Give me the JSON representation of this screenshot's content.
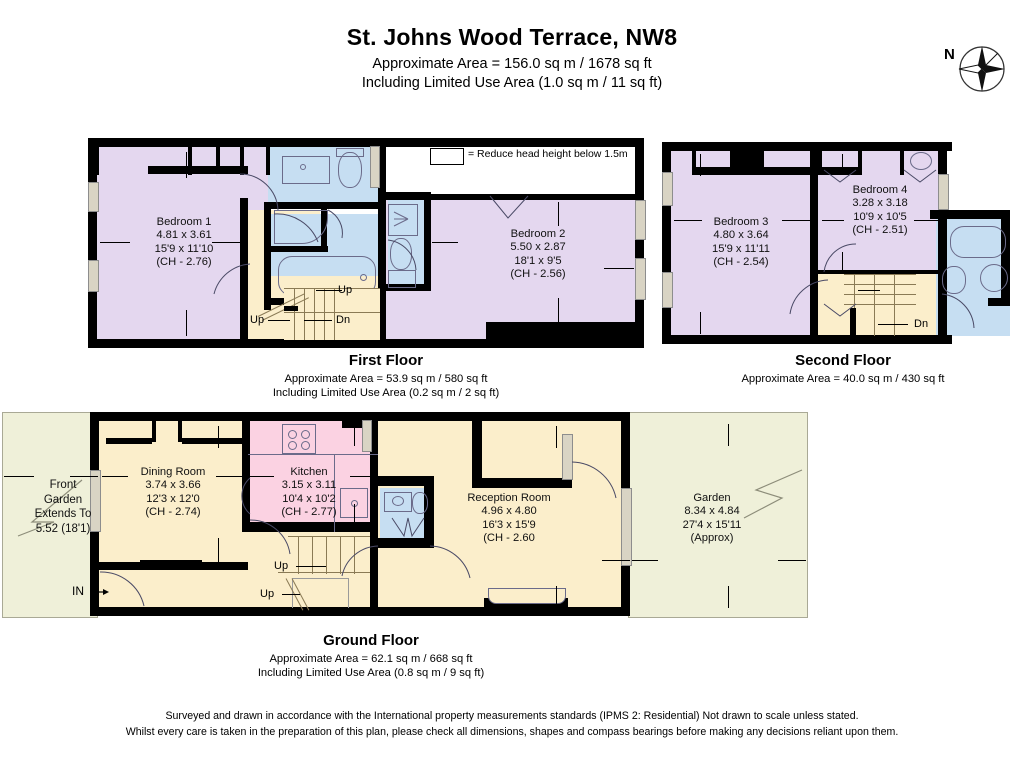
{
  "header": {
    "title": "St. Johns Wood Terrace, NW8",
    "approx_area": "Approximate Area = 156.0 sq m / 1678 sq ft",
    "limited_use": "Including Limited Use Area (1.0 sq m / 11 sq ft)"
  },
  "compass": {
    "north_label": "N"
  },
  "legend": {
    "text": "= Reduce head height below 1.5m"
  },
  "floors": [
    {
      "id": "first",
      "name": "First Floor",
      "approx_area": "Approximate Area = 53.9 sq m / 580 sq ft",
      "limited_use": "Including Limited Use Area (0.2 sq m / 2 sq ft)",
      "rooms": [
        {
          "name": "Bedroom 1",
          "dim_m": "4.81 x 3.61",
          "dim_ft": "15'9 x 11'10",
          "ch": "(CH - 2.76)"
        },
        {
          "name": "Bedroom 2",
          "dim_m": "5.50 x 2.87",
          "dim_ft": "18'1 x 9'5",
          "ch": "(CH - 2.56)"
        }
      ],
      "stairs": [
        "Up",
        "Up",
        "Dn"
      ]
    },
    {
      "id": "second",
      "name": "Second Floor",
      "approx_area": "Approximate Area = 40.0 sq m / 430 sq ft",
      "limited_use": "",
      "rooms": [
        {
          "name": "Bedroom 3",
          "dim_m": "4.80 x 3.64",
          "dim_ft": "15'9 x 11'11",
          "ch": "(CH - 2.54)"
        },
        {
          "name": "Bedroom 4",
          "dim_m": "3.28 x 3.18",
          "dim_ft": "10'9 x 10'5",
          "ch": "(CH - 2.51)"
        }
      ],
      "stairs": [
        "Dn"
      ]
    },
    {
      "id": "ground",
      "name": "Ground Floor",
      "approx_area": "Approximate Area = 62.1 sq m / 668 sq ft",
      "limited_use": "Including Limited Use Area (0.8 sq m / 9 sq ft)",
      "rooms": [
        {
          "name": "Dining Room",
          "dim_m": "3.74 x 3.66",
          "dim_ft": "12'3 x 12'0",
          "ch": "(CH - 2.74)"
        },
        {
          "name": "Kitchen",
          "dim_m": "3.15 x 3.11",
          "dim_ft": "10'4 x 10'2",
          "ch": "(CH - 2.77)"
        },
        {
          "name": "Reception Room",
          "dim_m": "4.96 x 4.80",
          "dim_ft": "16'3 x 15'9",
          "ch": "(CH - 2.60"
        },
        {
          "name": "Garden",
          "dim_m": "8.34 x 4.84",
          "dim_ft": "27'4 x 15'11",
          "ch": "(Approx)"
        }
      ],
      "front_garden": {
        "l1": "Front",
        "l2": "Garden",
        "l3": "Extends To",
        "l4": "5.52 (18'1)"
      },
      "entrance": "IN",
      "stairs": [
        "Up",
        "Up"
      ]
    }
  ],
  "footer": {
    "line1": "Surveyed and drawn in accordance with the International property measurements standards (IPMS 2: Residential) Not drawn to scale unless stated.",
    "line2": "Whilst every care is taken in the preparation of this plan, please check all dimensions, shapes and compass bearings before making any decisions reliant upon them."
  },
  "colors": {
    "bedroom": "#e4d7ef",
    "bathroom": "#c6def2",
    "kitchen": "#fbd2e2",
    "hall": "#fbeecb",
    "garden": "#eff0d9",
    "wall": "#000000"
  }
}
